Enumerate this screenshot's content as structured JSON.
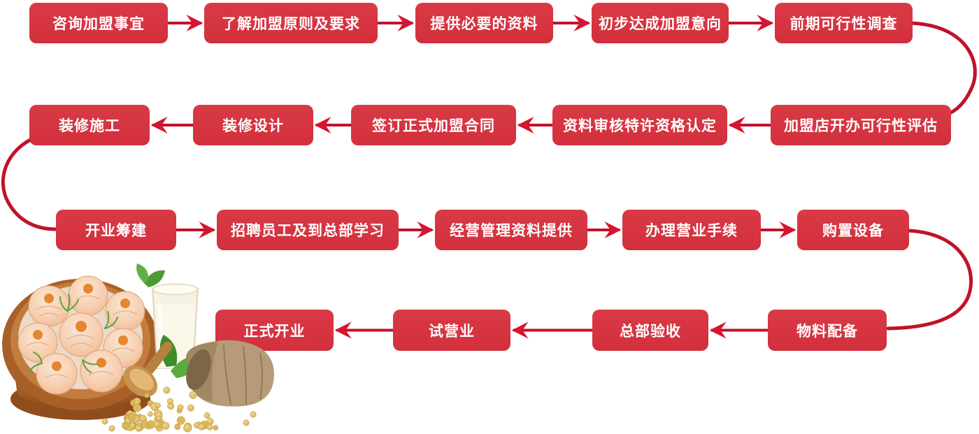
{
  "page": {
    "background_color": "#ffffff",
    "description_name": "franchise-process-flowchart"
  },
  "colors": {
    "box_red": "#D2303C",
    "box_red_light": "#D93A46",
    "arrow_line_red": "#C1122A",
    "arrowhead_red": "#D6152F",
    "text_white": "#FFFFFF"
  },
  "flow": {
    "rows": [
      {
        "direction": "right",
        "steps": [
          "咨询加盟事宜",
          "了解加盟原则及要求",
          "提供必要的资料",
          "初步达成加盟意向",
          "前期可行性调查"
        ]
      },
      {
        "direction": "left",
        "steps": [
          "装修施工",
          "装修设计",
          "签订正式加盟合同",
          "资料审核特许资格认定",
          "加盟店开办可行性评估"
        ]
      },
      {
        "direction": "right",
        "steps": [
          "开业筹建",
          "招聘员工及到总部学习",
          "经营管理资料提供",
          "办理营业手续",
          "购置设备"
        ]
      },
      {
        "direction": "left",
        "steps": [
          "正式开业",
          "试营业",
          "总部验收",
          "物料配备"
        ]
      }
    ]
  },
  "illustration": {
    "name": "steamed-bun-basket-photo",
    "elements": [
      "bamboo-steamer",
      "steamed-buns",
      "dill-garnish",
      "milk-glass",
      "green-leaves",
      "soybean-sack",
      "wooden-scoop",
      "soybeans"
    ]
  }
}
